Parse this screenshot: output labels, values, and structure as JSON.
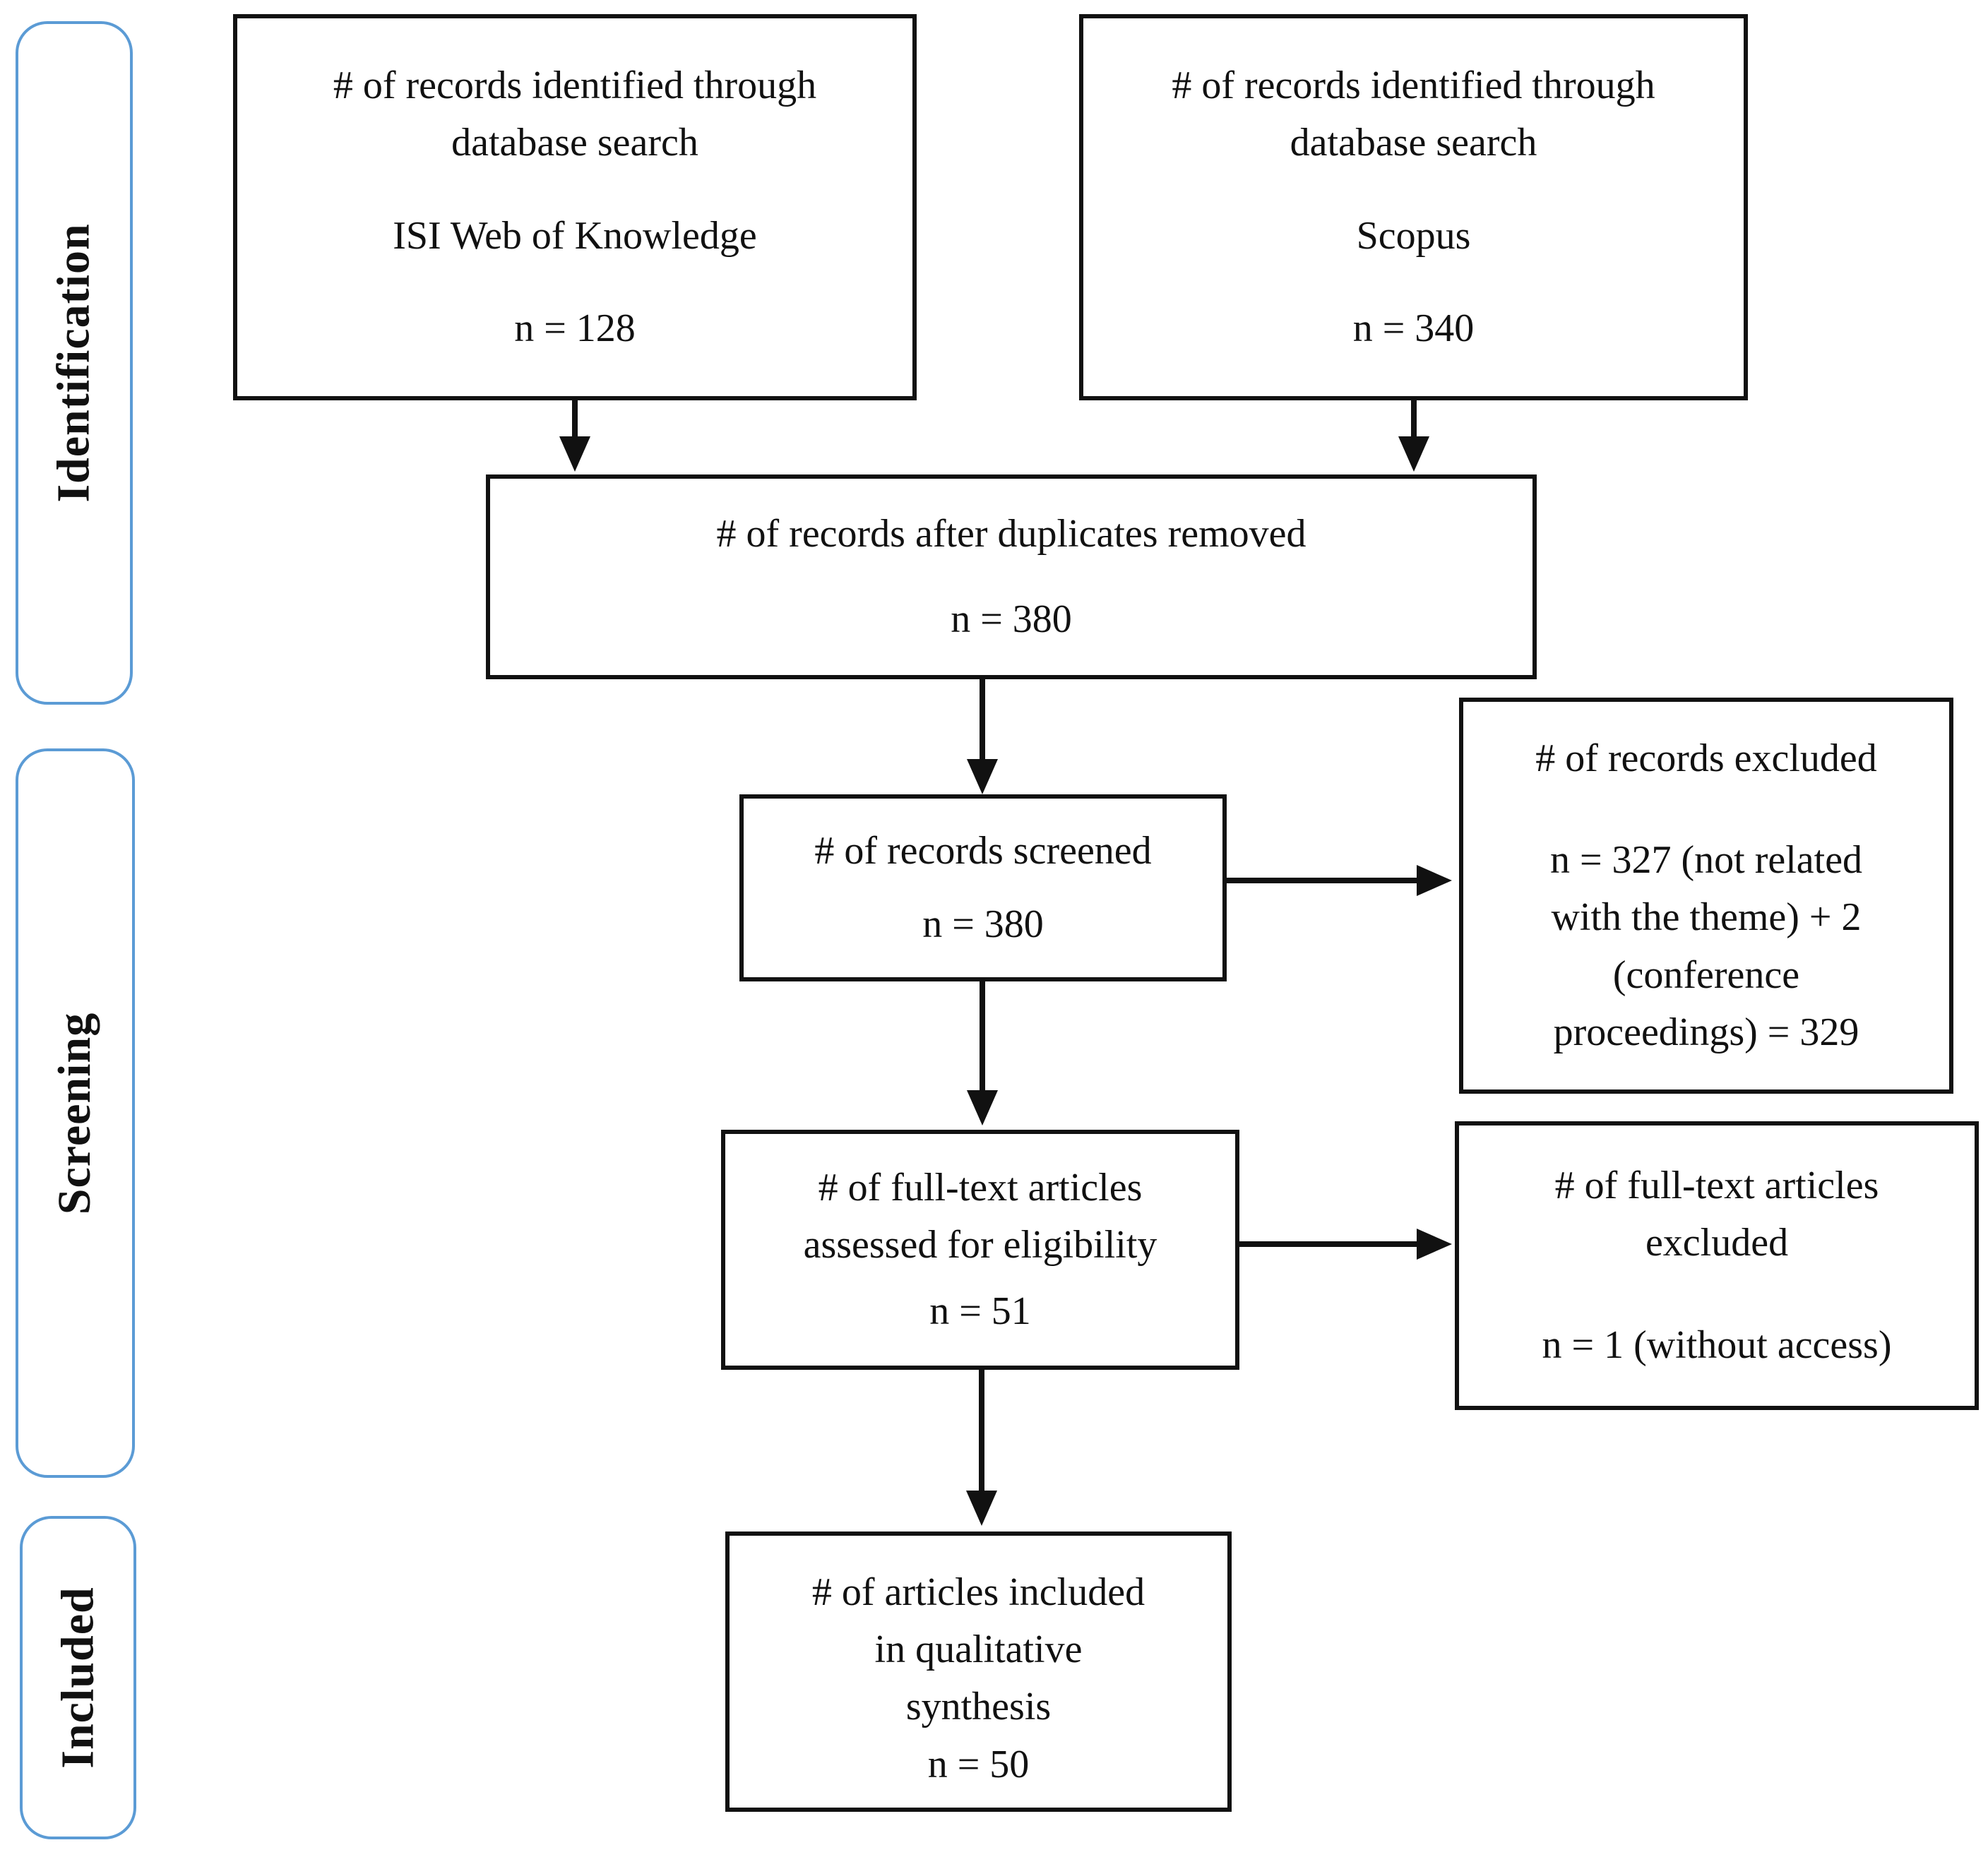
{
  "diagram": {
    "stages": [
      {
        "label": "Identification"
      },
      {
        "label": "Screening"
      },
      {
        "label": "Included"
      }
    ],
    "boxes": {
      "isi": {
        "title": "# of records identified through\ndatabase search",
        "source": "ISI Web of Knowledge",
        "count": "n = 128"
      },
      "scopus": {
        "title": "# of records identified through\ndatabase search",
        "source": "Scopus",
        "count": "n = 340"
      },
      "duplicates": {
        "title": "# of records after duplicates removed",
        "count": "n = 380"
      },
      "screened": {
        "title": "# of records screened",
        "count": "n = 380"
      },
      "records_excluded": {
        "title": "# of records excluded",
        "count": "n = 327 (not related\nwith the theme) + 2\n(conference\nproceedings) = 329"
      },
      "fulltext": {
        "title": "# of full-text articles\nassessed for eligibility",
        "count": "n = 51"
      },
      "fulltext_excluded": {
        "title": "# of full-text articles\nexcluded",
        "count": "n = 1 (without access)"
      },
      "included": {
        "title": "# of articles included\nin qualitative\nsynthesis",
        "count": "n = 50"
      }
    },
    "colors": {
      "stage_border": "#5B9BD5",
      "box_border": "#111111",
      "text": "#111111"
    }
  }
}
